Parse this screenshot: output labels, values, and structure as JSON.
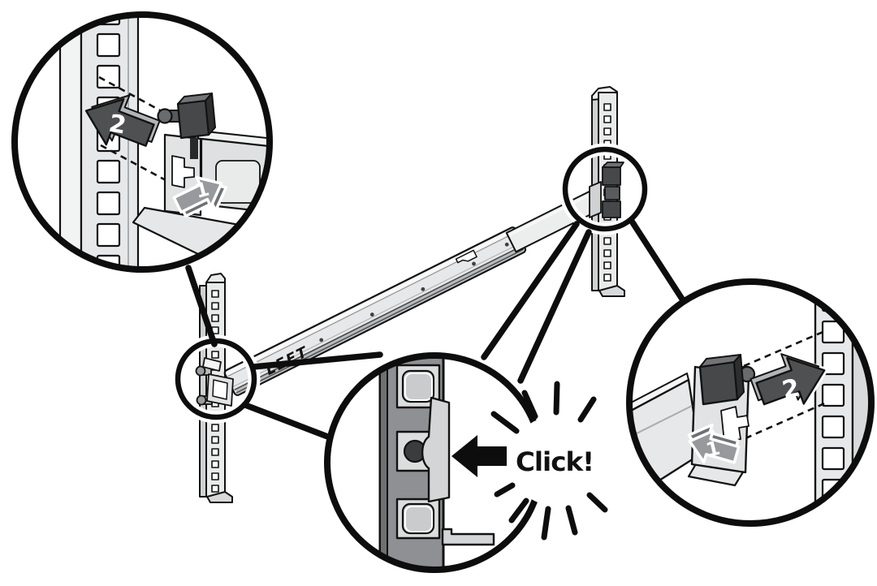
{
  "diagram": {
    "type": "technical-illustration",
    "background": "#ffffff",
    "rail": {
      "label": "LEFT"
    },
    "callouts": {
      "front_detail": {
        "steps": [
          "1",
          "2"
        ]
      },
      "rear_detail": {
        "steps": [
          "1",
          "2"
        ]
      },
      "click_confirm": {
        "sound_effect": "Click!"
      }
    },
    "icons": {
      "front_detail": "magnifier-callout-circle",
      "rear_detail": "magnifier-callout-circle",
      "click_confirm": "starburst-click-icon",
      "step_arrows": "direction-arrow-icon"
    },
    "colors": {
      "outline": "#121212",
      "leader_line": "#0d0d0d",
      "metal_light": "#e7e8e9",
      "metal_mid": "#d4d5d6",
      "metal_shadow": "#b9bbbd",
      "post_dark": "#8e9093",
      "arrow_dark_face": "#4f5052",
      "arrow_dark_edge": "#b3b4b6",
      "arrow_gray": "#97999c",
      "arrow_gray_shade": "#6f7073",
      "arrow_black": "#0d0d0d",
      "knob_dark": "#47484a",
      "hole_white": "#ffffff"
    }
  }
}
